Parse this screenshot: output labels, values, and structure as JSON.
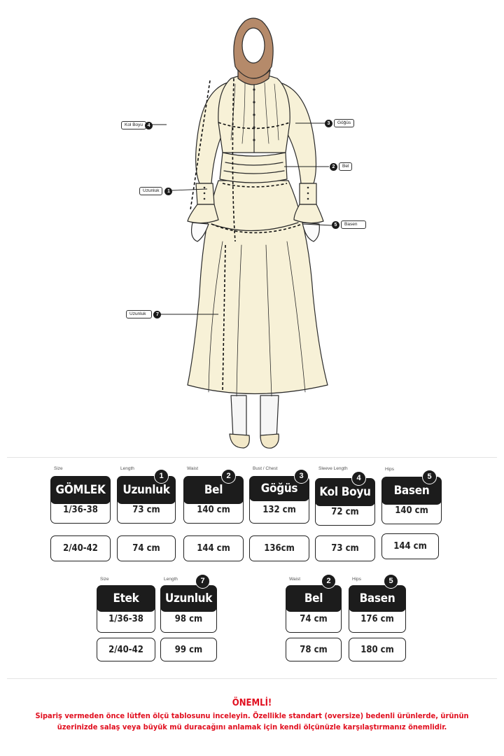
{
  "callouts": {
    "kol_boyu": {
      "label": "Kol Boyu",
      "num": "4"
    },
    "gogus": {
      "label": "Göğüs",
      "num": "3"
    },
    "bel": {
      "label": "Bel",
      "num": "2"
    },
    "uzunluk_top": {
      "label": "Uzunluk",
      "num": "1"
    },
    "basen": {
      "label": "Basen",
      "num": "5"
    },
    "uzunluk_skirt": {
      "label": "Uzunluk",
      "num": "7"
    }
  },
  "shirt_table": {
    "columns": [
      {
        "caption": "Size",
        "header": "GÖMLEK",
        "badge": "",
        "rows": [
          "1/36-38",
          "2/40-42"
        ]
      },
      {
        "caption": "Length",
        "header": "Uzunluk",
        "badge": "1",
        "rows": [
          "73 cm",
          "74 cm"
        ]
      },
      {
        "caption": "Waist",
        "header": "Bel",
        "badge": "2",
        "rows": [
          "140 cm",
          "144 cm"
        ]
      },
      {
        "caption": "Bust / Chest",
        "header": "Göğüs",
        "badge": "3",
        "rows": [
          "132 cm",
          "136cm"
        ]
      },
      {
        "caption": "Sleeve Length",
        "header": "Kol Boyu",
        "badge": "4",
        "rows": [
          "72 cm",
          "73  cm"
        ]
      },
      {
        "caption": "Hips",
        "header": "Basen",
        "badge": "5",
        "rows": [
          "140 cm",
          "144 cm"
        ]
      }
    ]
  },
  "skirt_table": {
    "columns": [
      {
        "caption": "Size",
        "header": "Etek",
        "badge": "",
        "rows": [
          "1/36-38",
          "2/40-42"
        ]
      },
      {
        "caption": "Length",
        "header": "Uzunluk",
        "badge": "7",
        "rows": [
          "98  cm",
          "99  cm"
        ]
      },
      {
        "caption": "Waist",
        "header": "Bel",
        "badge": "2",
        "rows": [
          "74 cm",
          "78 cm"
        ]
      },
      {
        "caption": "Hips",
        "header": "Basen",
        "badge": "5",
        "rows": [
          "176 cm",
          "180 cm"
        ]
      }
    ]
  },
  "notice": {
    "title": "ÖNEMLİ!",
    "text": "Sipariş vermeden önce lütfen ölçü tablosunu inceleyin. Özellikle standart (oversize) bedenli ürünlerde, ürünün üzerinizde salaş veya büyük mü duracağını anlamak için kendi ölçünüzle karşılaştırmanız önemlidir."
  },
  "colors": {
    "dress": "#f7f1d7",
    "hijab": "#b58a6a",
    "accent_red": "#e10f1f",
    "header_bg": "#1c1c1c"
  }
}
